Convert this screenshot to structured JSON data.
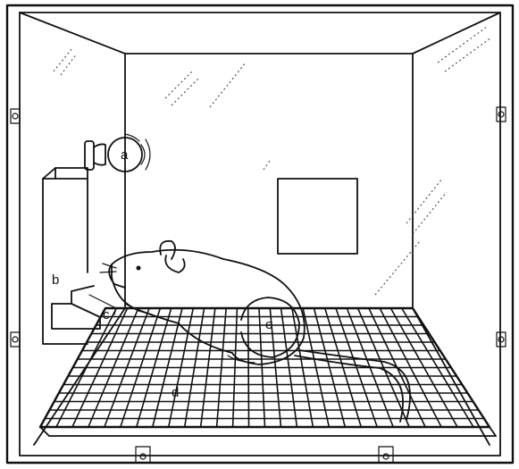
{
  "labels": {
    "a": "a",
    "b": "b",
    "c": "c",
    "d": "d",
    "e": "e"
  },
  "colors": {
    "ink": "#111111",
    "background": "#ffffff"
  },
  "icons": [
    "screw-icon",
    "light-bulb-icon"
  ]
}
